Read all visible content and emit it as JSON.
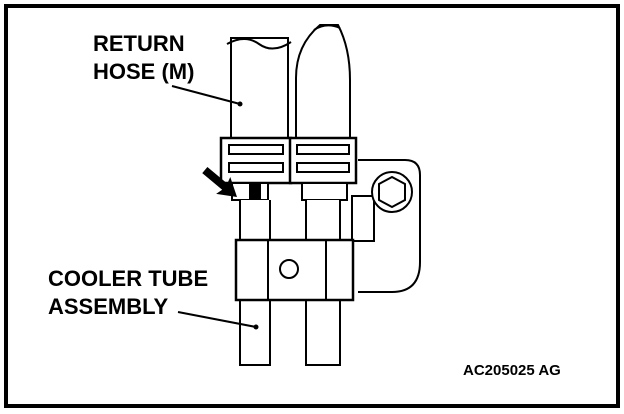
{
  "labels": {
    "return_hose": [
      "RETURN",
      "HOSE (M)"
    ],
    "cooler_tube": [
      "COOLER TUBE",
      "ASSEMBLY"
    ]
  },
  "figure_code": "AC205025 AG",
  "colors": {
    "line": "#000000",
    "background": "#ffffff",
    "fill_dark": "#000000"
  },
  "icons": {
    "arrow": "bold-pointer-arrow"
  }
}
